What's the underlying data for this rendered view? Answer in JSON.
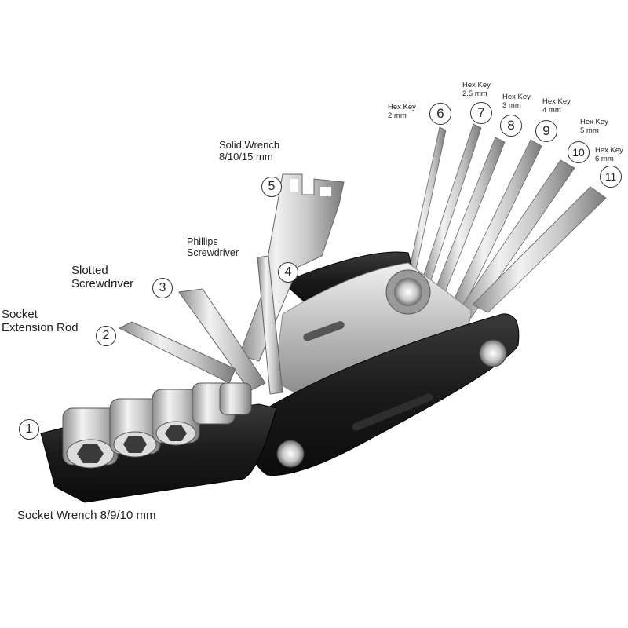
{
  "title": "",
  "callouts": [
    {
      "number": "1",
      "label": "Socket Wrench 8/9/10 mm"
    },
    {
      "number": "2",
      "label": "Socket\nExtension Rod"
    },
    {
      "number": "3",
      "label": "Slotted\nScrewdriver"
    },
    {
      "number": "4",
      "label": "Phillips\nScrewdriver"
    },
    {
      "number": "5",
      "label": "Solid Wrench\n8/10/15 mm"
    },
    {
      "number": "6",
      "label": "Hex Key\n2 mm"
    },
    {
      "number": "7",
      "label": "Hex Key\n2.5 mm"
    },
    {
      "number": "8",
      "label": "Hex Key\n3 mm"
    },
    {
      "number": "9",
      "label": "Hex Key\n4 mm"
    },
    {
      "number": "10",
      "label": "Hex Key\n5 mm"
    },
    {
      "number": "11",
      "label": "Hex Key\n6 mm"
    }
  ],
  "colors": {
    "body_black": "#1b1b1b",
    "steel_light": "#e6e6e6",
    "steel_mid": "#b9b9b9",
    "steel_dark": "#7d7d7d",
    "text": "#222222"
  }
}
